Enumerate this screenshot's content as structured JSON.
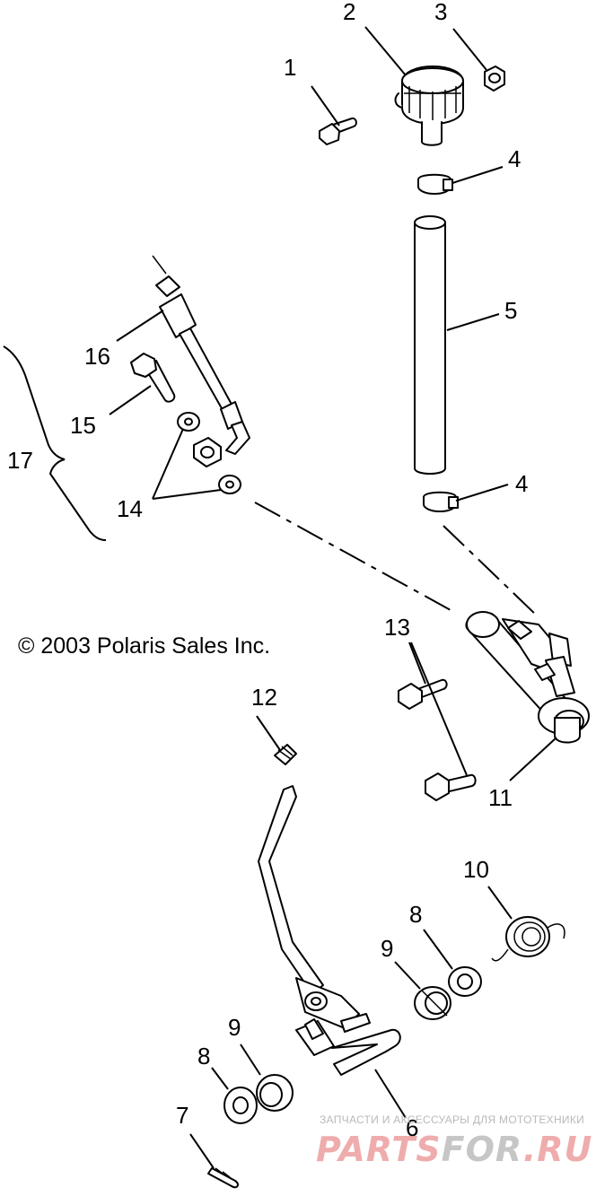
{
  "copyright": "© 2003 Polaris Sales Inc.",
  "callouts": {
    "c1": "1",
    "c2": "2",
    "c3": "3",
    "c4a": "4",
    "c4b": "4",
    "c5": "5",
    "c6": "6",
    "c7": "7",
    "c8a": "8",
    "c8b": "8",
    "c9a": "9",
    "c9b": "9",
    "c10": "10",
    "c11": "11",
    "c12": "12",
    "c13": "13",
    "c14": "14",
    "c15": "15",
    "c16": "16",
    "c17": "17"
  },
  "watermark": {
    "tagline": "ЗАПЧАСТИ И АКСЕССУАРЫ ДЛЯ МОТОТЕХНИКИ",
    "brand_part1": "PARTS",
    "brand_part2": "FOR",
    "brand_part3": ".RU",
    "color_red": "#d62828",
    "color_dark": "#6b6b6b"
  }
}
